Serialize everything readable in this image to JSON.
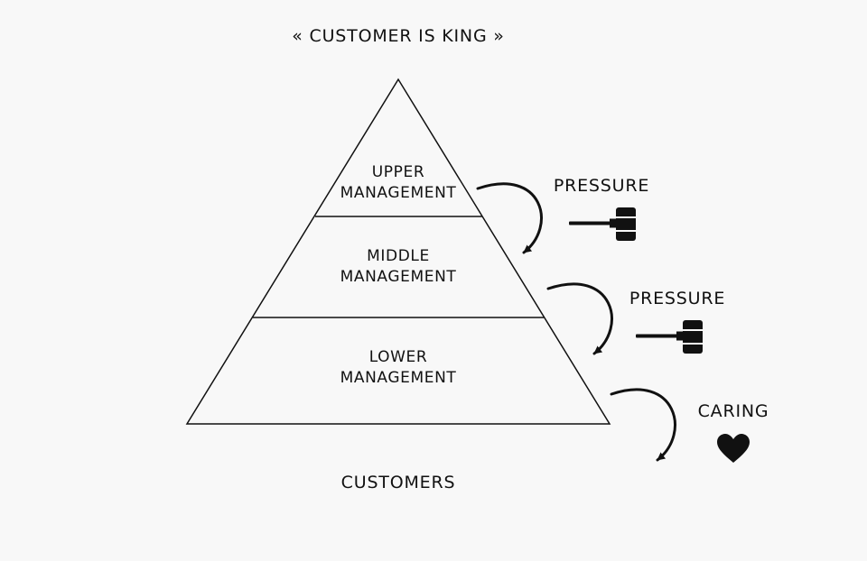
{
  "title": "« CUSTOMER IS KING »",
  "pyramid": {
    "tiers": [
      {
        "line1": "UPPER",
        "line2": "MANAGEMENT"
      },
      {
        "line1": "MIDDLE",
        "line2": "MANAGEMENT"
      },
      {
        "line1": "LOWER",
        "line2": "MANAGEMENT"
      }
    ]
  },
  "base_label": "CUSTOMERS",
  "flows": [
    {
      "label": "PRESSURE",
      "icon": "gavel-icon"
    },
    {
      "label": "PRESSURE",
      "icon": "gavel-icon"
    },
    {
      "label": "CARING",
      "icon": "heart-icon"
    }
  ],
  "colors": {
    "background": "#f8f8f8",
    "ink": "#111111"
  }
}
